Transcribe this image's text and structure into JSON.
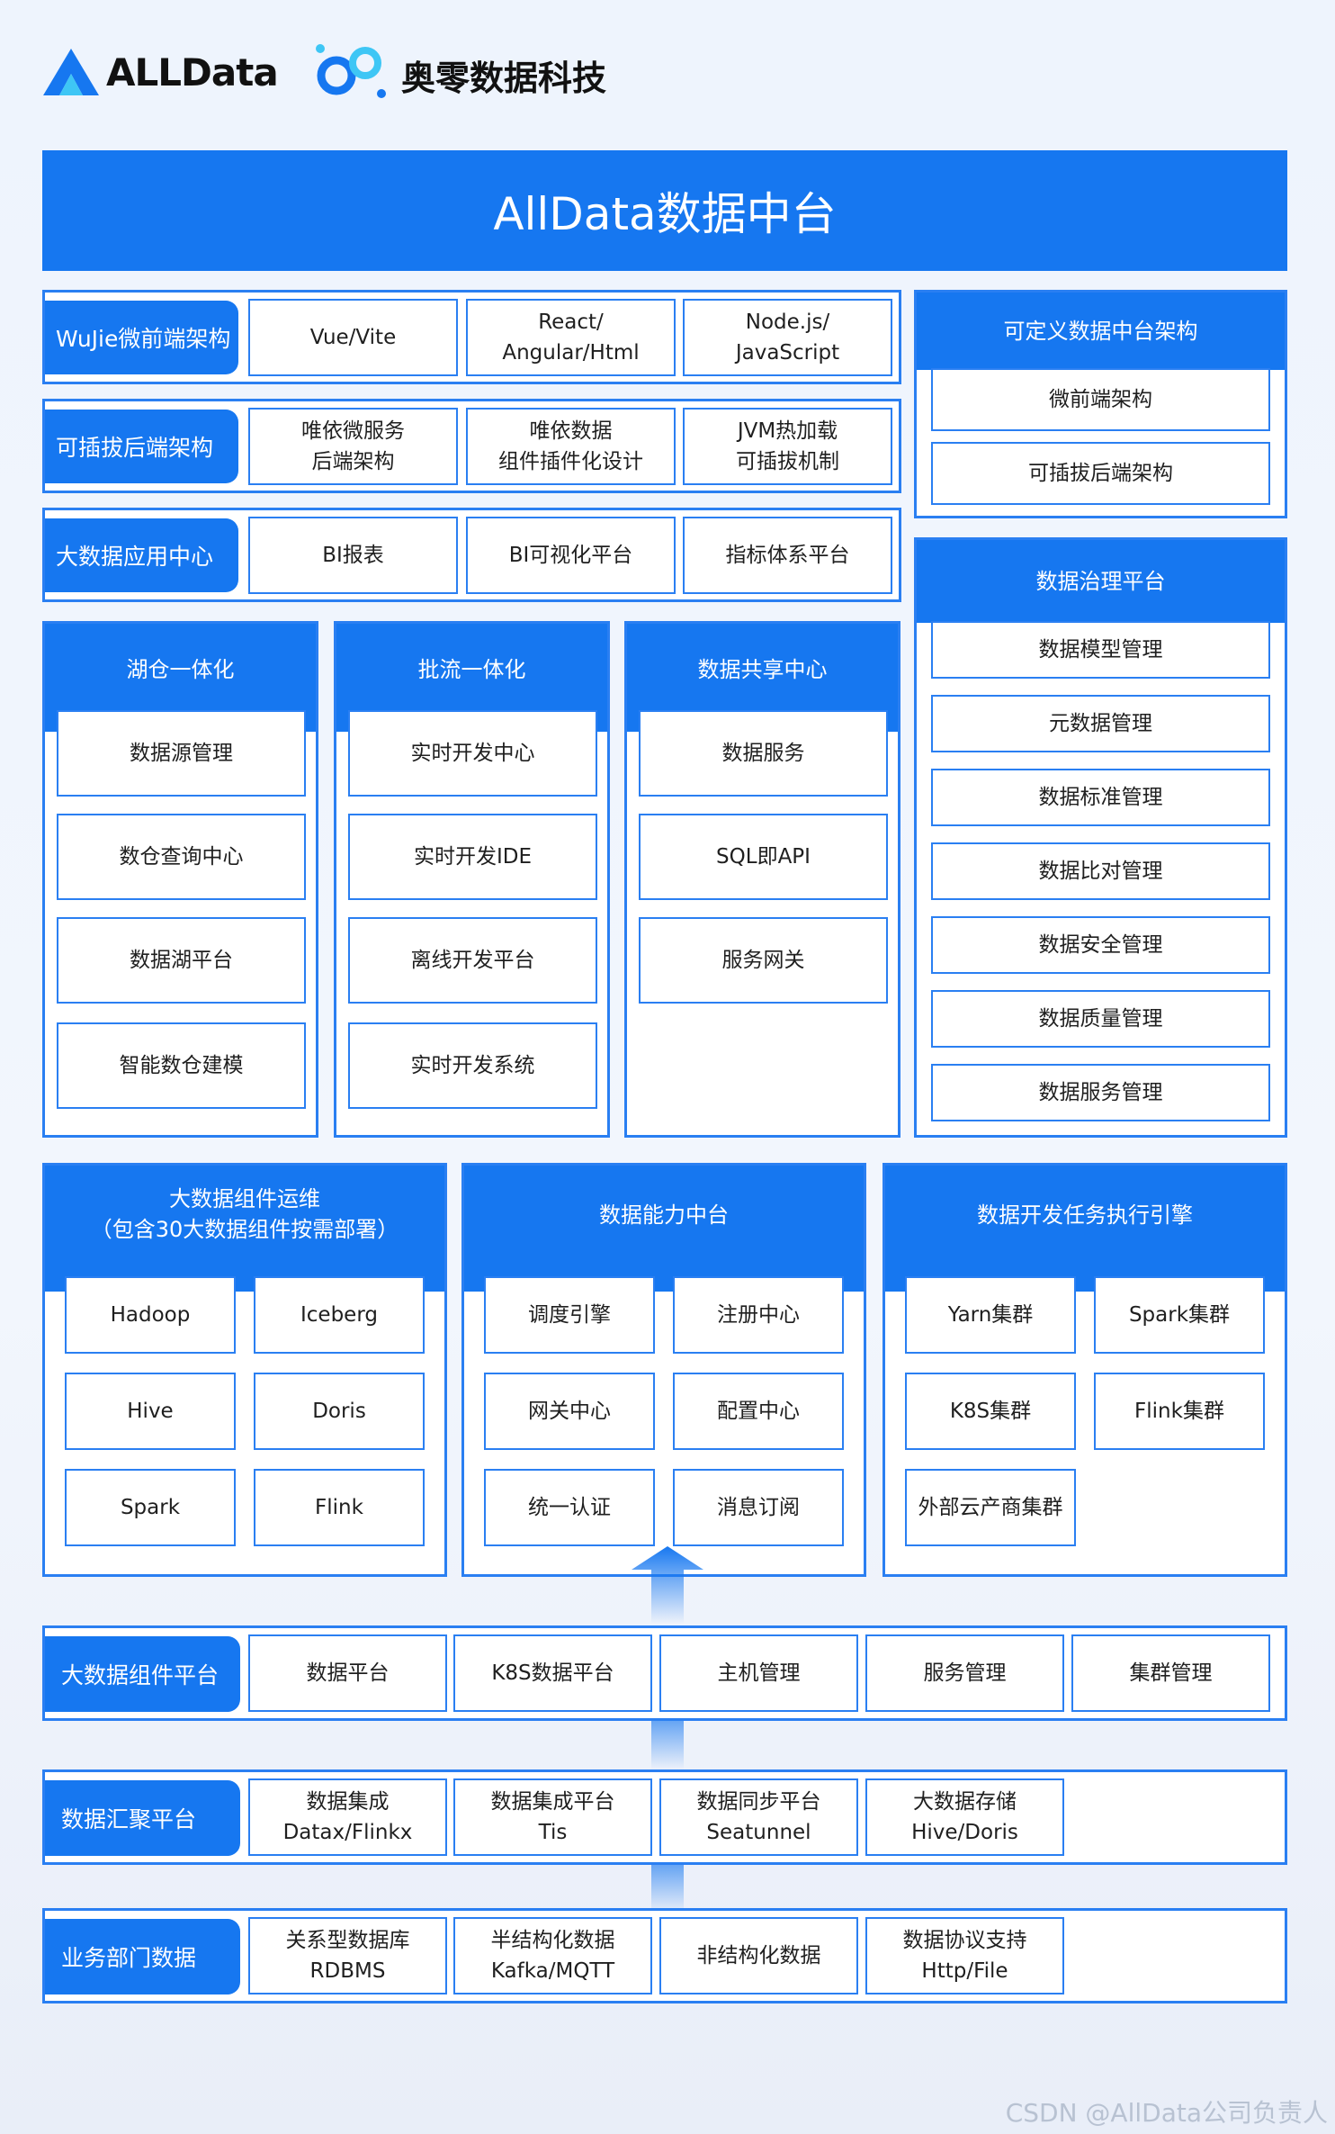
{
  "header": {
    "brand_left": "ALLData",
    "brand_right": "奥零数据科技"
  },
  "title": "AllData数据中台",
  "rows": {
    "wujie": {
      "label": "WuJie微前端架构",
      "items": [
        [
          "Vue/Vite"
        ],
        [
          "React/",
          "Angular/Html"
        ],
        [
          "Node.js/",
          "JavaScript"
        ]
      ]
    },
    "backend": {
      "label": "可插拔后端架构",
      "items": [
        [
          "唯依微服务",
          "后端架构"
        ],
        [
          "唯依数据",
          "组件插件化设计"
        ],
        [
          "JVM热加载",
          "可插拔机制"
        ]
      ]
    },
    "bigapp": {
      "label": "大数据应用中心",
      "items": [
        [
          "BI报表"
        ],
        [
          "BI可视化平台"
        ],
        [
          "指标体系平台"
        ]
      ]
    }
  },
  "custom_arch": {
    "title": "可定义数据中台架构",
    "items": [
      "微前端架构",
      "可插拔后端架构"
    ]
  },
  "governance": {
    "title": "数据治理平台",
    "items": [
      "数据模型管理",
      "元数据管理",
      "数据标准管理",
      "数据比对管理",
      "数据安全管理",
      "数据质量管理",
      "数据服务管理"
    ]
  },
  "lakehouse": {
    "title": "湖仓一体化",
    "items": [
      "数据源管理",
      "数仓查询中心",
      "数据湖平台",
      "智能数仓建模"
    ]
  },
  "streambatch": {
    "title": "批流一体化",
    "items": [
      "实时开发中心",
      "实时开发IDE",
      "离线开发平台",
      "实时开发系统"
    ]
  },
  "sharing": {
    "title": "数据共享中心",
    "items": [
      "数据服务",
      "SQL即API",
      "服务网关"
    ]
  },
  "ops": {
    "title_line1": "大数据组件运维",
    "title_line2": "（包含30大数据组件按需部署）",
    "items": [
      "Hadoop",
      "Iceberg",
      "Hive",
      "Doris",
      "Spark",
      "Flink"
    ]
  },
  "capability": {
    "title": "数据能力中台",
    "items": [
      "调度引擎",
      "注册中心",
      "网关中心",
      "配置中心",
      "统一认证",
      "消息订阅"
    ]
  },
  "engine": {
    "title": "数据开发任务执行引擎",
    "items": [
      "Yarn集群",
      "Spark集群",
      "K8S集群",
      "Flink集群",
      "外部云产商集群"
    ]
  },
  "component_platform": {
    "label": "大数据组件平台",
    "items": [
      [
        "数据平台"
      ],
      [
        "K8S数据平台"
      ],
      [
        "主机管理"
      ],
      [
        "服务管理"
      ],
      [
        "集群管理"
      ]
    ]
  },
  "aggregation": {
    "label": "数据汇聚平台",
    "items": [
      [
        "数据集成",
        "Datax/Flinkx"
      ],
      [
        "数据集成平台",
        "Tis"
      ],
      [
        "数据同步平台",
        "Seatunnel"
      ],
      [
        "大数据存储",
        "Hive/Doris"
      ]
    ]
  },
  "business": {
    "label": "业务部门数据",
    "items": [
      [
        "关系型数据库",
        "RDBMS"
      ],
      [
        "半结构化数据",
        "Kafka/MQTT"
      ],
      [
        "非结构化数据"
      ],
      [
        "数据协议支持",
        "Http/File"
      ]
    ]
  },
  "watermark": "CSDN @AllData公司负责人",
  "colors": {
    "primary": "#1677f0",
    "border": "#2a7ff2"
  }
}
